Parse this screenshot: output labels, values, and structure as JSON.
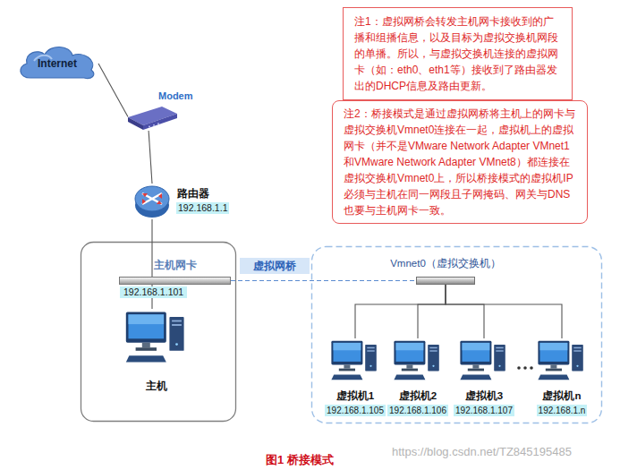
{
  "diagram": {
    "caption": "图1 桥接模式",
    "nodes": [
      {
        "text": [
          "Internet"
        ]
      },
      {
        "text": [
          "Modem"
        ]
      },
      {
        "text": [
          "路由器",
          "192.168.1.1"
        ]
      },
      {
        "text": [
          "主机网卡",
          "192.168.1.101"
        ]
      },
      {
        "text": [
          "主机"
        ]
      },
      {
        "text": [
          "虚拟网桥"
        ]
      },
      {
        "text": [
          "Vmnet0（虚拟交换机）"
        ]
      },
      {
        "text": [
          "虚拟机1",
          "192.168.1.105"
        ]
      },
      {
        "text": [
          "虚拟机2",
          "192.168.1.106"
        ]
      },
      {
        "text": [
          "虚拟机3",
          "192.168.1.107"
        ]
      },
      {
        "text": [
          "虚拟机n",
          "192.168.1.n"
        ]
      },
      {
        "text": [
          "注1：虚拟网桥会转发主机网卡接收到的广播和组播信息，以及目标为虚拟交换机网段的单播。所以，与虚拟交换机连接的虚拟网卡（如：eth0、eth1等）接收到了路由器发出的DHCP信息及路由更新。"
        ]
      },
      {
        "text": [
          "注2：桥接模式是通过虚拟网桥将主机上的网卡与虚拟交换机Vmnet0连接在一起，虚拟机上的虚拟网卡（并不是VMware Network Adapter VMnet1和VMware Network Adapter VMnet8）都连接在虚拟交换机Vmnet0上，所以桥接模式的虚拟机IP必须与主机在同一网段且子网掩码、网关与DNS也要与主机网卡一致。"
        ]
      }
    ],
    "edges": [
      {
        "from": 0,
        "to": 1,
        "arrow": "none"
      },
      {
        "from": 1,
        "to": 2,
        "arrow": "none"
      },
      {
        "from": 2,
        "to": 3,
        "arrow": "none"
      },
      {
        "from": 3,
        "to": 4,
        "arrow": "none"
      },
      {
        "from": 3,
        "to": 6,
        "arrow": "none"
      },
      {
        "from": 6,
        "to": 7,
        "arrow": "none"
      },
      {
        "from": 6,
        "to": 8,
        "arrow": "none"
      },
      {
        "from": 6,
        "to": 9,
        "arrow": "none"
      },
      {
        "from": 6,
        "to": 10,
        "arrow": "none"
      }
    ],
    "labels": [
      "https://blog.csdn.net/TZ845195485"
    ]
  }
}
